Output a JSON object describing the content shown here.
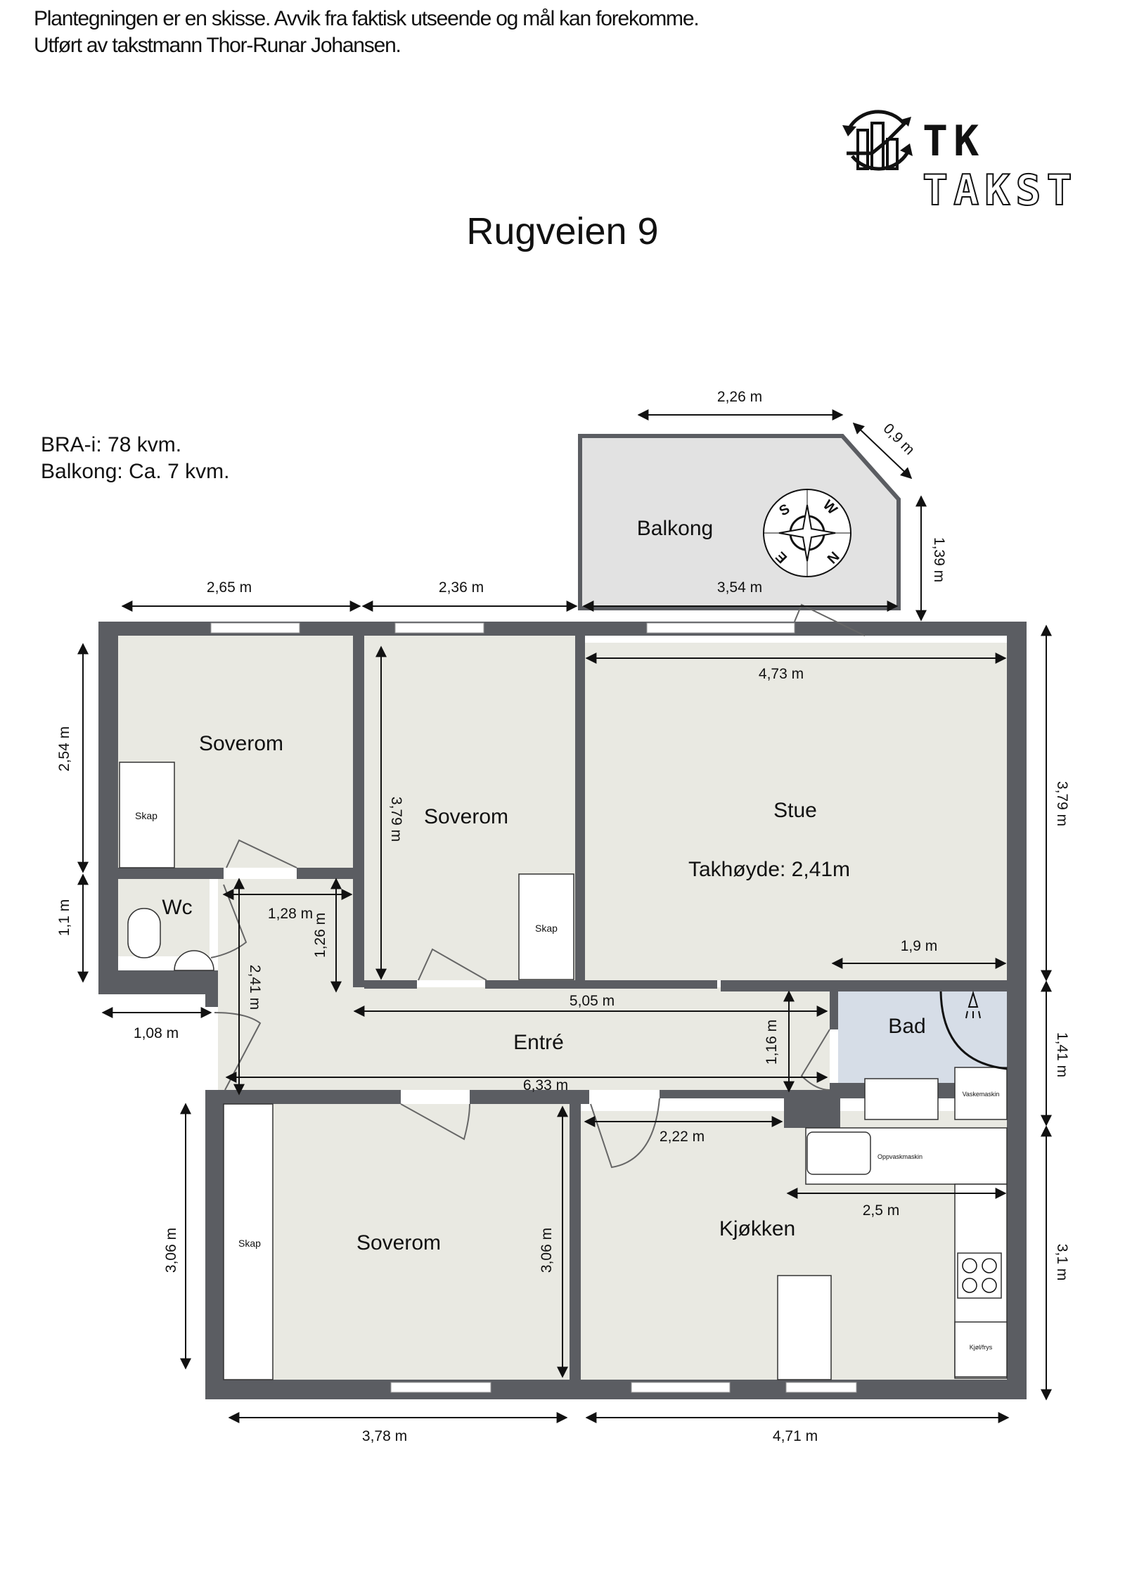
{
  "header": {
    "disclaimer_line1": "Plantegningen er en skisse. Avvik fra faktisk utseende og mål kan forekomme.",
    "disclaimer_line2": "Utført av takstmann Thor-Runar Johansen."
  },
  "logo": {
    "part1": "TK",
    "part2": "TAKST",
    "icon": "chart-arrow-cycle-icon"
  },
  "title": "Rugveien 9",
  "area_info": {
    "bra": "BRA-i: 78 kvm.",
    "balcony": "Balkong: Ca. 7 kvm."
  },
  "colors": {
    "wall": "#5b5d62",
    "floor": "#e9e9e2",
    "bathroom": "#d6dde7",
    "balcony": "#e2e2e2",
    "fixture": "#ffffff"
  },
  "rooms": {
    "balkong": "Balkong",
    "soverom1": "Soverom",
    "soverom2": "Soverom",
    "stue": "Stue",
    "ceiling_height": "Takhøyde: 2,41m",
    "wc": "Wc",
    "entre": "Entré",
    "bad": "Bad",
    "soverom3": "Soverom",
    "kjokken": "Kjøkken"
  },
  "fixtures": {
    "skap1": "Skap",
    "skap2": "Skap",
    "skap3": "Skap",
    "vaskemaskin": "Vaskemaskin",
    "oppvaskmaskin": "Oppvaskmaskin",
    "kjolfrys": "Kjøl/frys"
  },
  "compass": {
    "labels": [
      "S",
      "W",
      "N",
      "E"
    ]
  },
  "dimensions": {
    "balcony_top": "2,26 m",
    "balcony_diag": "0,9 m",
    "balcony_side": "1,39 m",
    "balcony_width": "3,54 m",
    "top_left": "2,65 m",
    "top_mid": "2,36 m",
    "stue_width": "4,73 m",
    "left_upper": "2,54 m",
    "left_lower": "1,1 m",
    "soverom2_height": "3,79 m",
    "right_upper": "3,79 m",
    "hall_width": "1,28 m",
    "hall_height": "1,26 m",
    "stue_partial": "1,9 m",
    "entry_height": "2,41 m",
    "entry_offset": "1,08 m",
    "entre_length": "5,05 m",
    "entre_depth": "1,16 m",
    "right_mid": "1,41 m",
    "entre_total": "6,33 m",
    "kitchen_door": "2,22 m",
    "kitchen_counter": "2,5 m",
    "left_bottom": "3,06 m",
    "soverom3_height": "3,06 m",
    "right_bottom": "3,1 m",
    "bottom_left": "3,78 m",
    "bottom_right": "4,71 m"
  }
}
